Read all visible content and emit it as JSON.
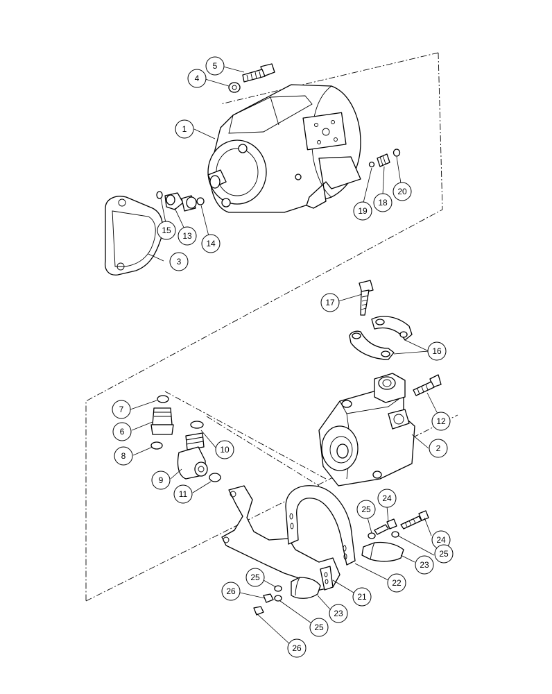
{
  "callouts": [
    {
      "id": "c1",
      "label": "1"
    },
    {
      "id": "c2",
      "label": "2"
    },
    {
      "id": "c3",
      "label": "3"
    },
    {
      "id": "c4",
      "label": "4"
    },
    {
      "id": "c5",
      "label": "5"
    },
    {
      "id": "c6",
      "label": "6"
    },
    {
      "id": "c7",
      "label": "7"
    },
    {
      "id": "c8",
      "label": "8"
    },
    {
      "id": "c9",
      "label": "9"
    },
    {
      "id": "c10",
      "label": "10"
    },
    {
      "id": "c11",
      "label": "11"
    },
    {
      "id": "c12",
      "label": "12"
    },
    {
      "id": "c13",
      "label": "13"
    },
    {
      "id": "c14",
      "label": "14"
    },
    {
      "id": "c15",
      "label": "15"
    },
    {
      "id": "c16",
      "label": "16"
    },
    {
      "id": "c17",
      "label": "17"
    },
    {
      "id": "c18",
      "label": "18"
    },
    {
      "id": "c19",
      "label": "19"
    },
    {
      "id": "c20",
      "label": "20"
    },
    {
      "id": "c21",
      "label": "21"
    },
    {
      "id": "c22",
      "label": "22"
    },
    {
      "id": "c23a",
      "label": "23"
    },
    {
      "id": "c23b",
      "label": "23"
    },
    {
      "id": "c24a",
      "label": "24"
    },
    {
      "id": "c24b",
      "label": "24"
    },
    {
      "id": "c25a",
      "label": "25"
    },
    {
      "id": "c25b",
      "label": "25"
    },
    {
      "id": "c25c",
      "label": "25"
    },
    {
      "id": "c25d",
      "label": "25"
    },
    {
      "id": "c26a",
      "label": "26"
    },
    {
      "id": "c26b",
      "label": "26"
    }
  ]
}
